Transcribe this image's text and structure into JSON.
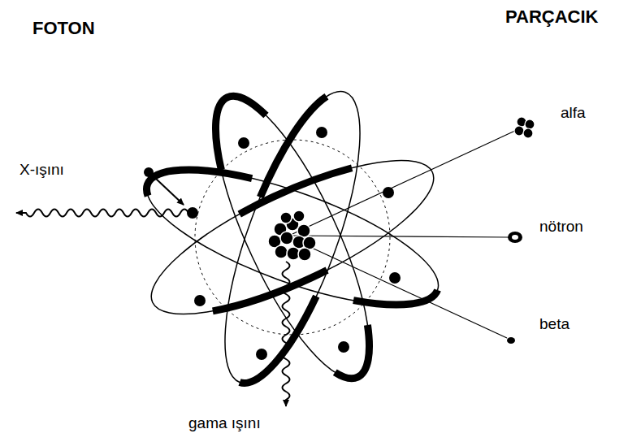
{
  "diagram": {
    "labels": [
      "FOTON",
      "PARÇACIK",
      "X-ışını",
      "alfa",
      "nötron",
      "beta",
      "gama ışını"
    ]
  }
}
